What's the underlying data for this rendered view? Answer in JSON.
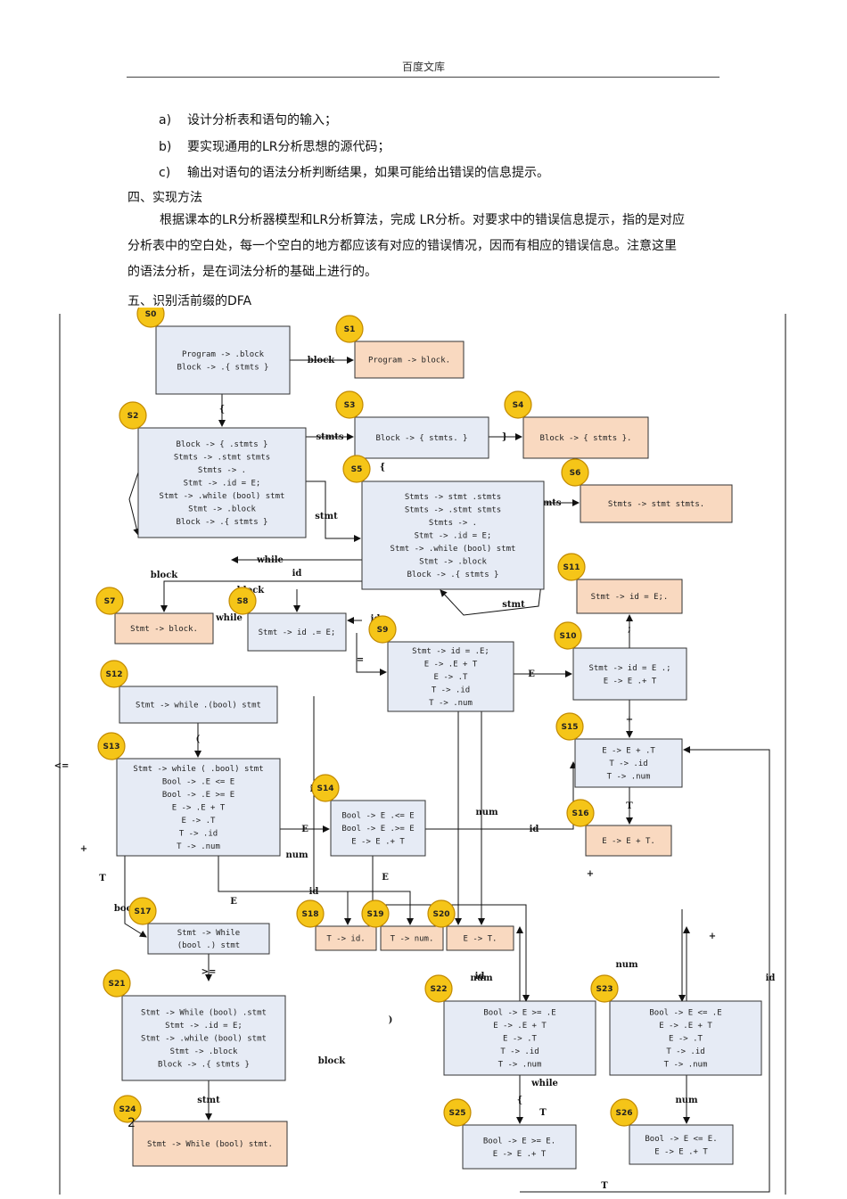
{
  "header": {
    "title": "百度文库"
  },
  "requirements": [
    {
      "marker": "a)",
      "text": "设计分析表和语句的输入；"
    },
    {
      "marker": "b)",
      "text": "要实现通用的LR分析思想的源代码；"
    },
    {
      "marker": "c)",
      "text": "输出对语句的语法分析判断结果，如果可能给出错误的信息提示。"
    }
  ],
  "section4": {
    "heading": "四、实现方法",
    "lines": [
      "根据课本的LR分析器模型和LR分析算法，完成 LR分析。对要求中的错误信息提示，指的是对应",
      "分析表中的空白处，每一个空白的地方都应该有对应的错误情况，因而有相应的错误信息。注意这里",
      "的语法分析，是在词法分析的基础上进行的。"
    ]
  },
  "section5": {
    "heading": "五、识别活前缀的DFA"
  },
  "page_number": "2",
  "colors": {
    "blue_state": "#e6ebf5",
    "orange_state": "#f9d9c0",
    "badge": "#f5c518",
    "badge_border": "#c28a00"
  },
  "dfa": {
    "states": [
      {
        "id": "S0",
        "lines": [
          "Program -> .block",
          "Block -> .{ stmts }"
        ]
      },
      {
        "id": "S1",
        "lines": [
          "Program -> block."
        ]
      },
      {
        "id": "S2",
        "lines": [
          "Block -> { .stmts }",
          "Stmts -> .stmt stmts",
          "Stmts -> .",
          "Stmt -> .id = E;",
          "Stmt -> .while (bool) stmt",
          "Stmt -> .block",
          "Block -> .{ stmts }"
        ]
      },
      {
        "id": "S3",
        "lines": [
          "Block -> { stmts. }"
        ]
      },
      {
        "id": "S4",
        "lines": [
          "Block -> { stmts }."
        ]
      },
      {
        "id": "S5",
        "lines": [
          "Stmts -> stmt .stmts",
          "Stmts -> .stmt stmts",
          "Stmts -> .",
          "Stmt -> .id = E;",
          "Stmt -> .while (bool) stmt",
          "Stmt -> .block",
          "Block -> .{ stmts }"
        ]
      },
      {
        "id": "S6",
        "lines": [
          "Stmts -> stmt stmts."
        ]
      },
      {
        "id": "S7",
        "lines": [
          "Stmt -> block."
        ]
      },
      {
        "id": "S8",
        "lines": [
          "Stmt -> id .= E;"
        ]
      },
      {
        "id": "S9",
        "lines": [
          "Stmt -> id = .E;",
          "E -> .E + T",
          "E -> .T",
          "T -> .id",
          "T -> .num"
        ]
      },
      {
        "id": "S10",
        "lines": [
          "Stmt -> id = E .;",
          "E -> E .+ T"
        ]
      },
      {
        "id": "S11",
        "lines": [
          "Stmt -> id = E;."
        ]
      },
      {
        "id": "S12",
        "lines": [
          "Stmt -> while .(bool) stmt"
        ]
      },
      {
        "id": "S13",
        "lines": [
          "Stmt -> while ( .bool) stmt",
          "Bool -> .E <= E",
          "Bool -> .E >= E",
          "E -> .E + T",
          "E -> .T",
          "T -> .id",
          "T -> .num"
        ]
      },
      {
        "id": "S14",
        "lines": [
          "Bool -> E .<= E",
          "Bool -> E .>= E",
          "E -> E .+ T"
        ]
      },
      {
        "id": "S15",
        "lines": [
          "E -> E + .T",
          "T -> .id",
          "T -> .num"
        ]
      },
      {
        "id": "S16",
        "lines": [
          "E -> E + T."
        ]
      },
      {
        "id": "S17",
        "lines": [
          "Stmt -> While",
          "(bool .) stmt"
        ]
      },
      {
        "id": "S18",
        "lines": [
          "T -> id."
        ]
      },
      {
        "id": "S19",
        "lines": [
          "T -> num."
        ]
      },
      {
        "id": "S20",
        "lines": [
          "E -> T."
        ]
      },
      {
        "id": "S21",
        "lines": [
          "Stmt -> While (bool) .stmt",
          "Stmt -> .id = E;",
          "Stmt -> .while (bool) stmt",
          "Stmt -> .block",
          "Block -> .{ stmts }"
        ]
      },
      {
        "id": "S22",
        "lines": [
          "Bool -> E >= .E",
          "E -> .E + T",
          "E -> .T",
          "T -> .id",
          "T -> .num"
        ]
      },
      {
        "id": "S23",
        "lines": [
          "Bool -> E <= .E",
          "E -> .E + T",
          "E -> .T",
          "T -> .id",
          "T -> .num"
        ]
      },
      {
        "id": "S24",
        "lines": [
          "Stmt -> While (bool) stmt."
        ]
      },
      {
        "id": "S25",
        "lines": [
          "Bool -> E >= E.",
          "E -> E .+ T"
        ]
      },
      {
        "id": "S26",
        "lines": [
          "Bool -> E <= E.",
          "E -> E .+ T"
        ]
      }
    ],
    "edge_labels": [
      "block",
      "{",
      "stmts",
      "}",
      "stmts",
      "stmt",
      "{",
      "while",
      "id",
      "block",
      "stmt",
      "block",
      "while",
      "id",
      "=",
      "E",
      ";",
      "+",
      "T",
      "(",
      "E",
      "id",
      "num",
      ">=",
      "+",
      "T",
      "<=",
      "id",
      "num",
      "bool",
      ")",
      "stmt",
      "block",
      "while",
      "{",
      "T",
      "num",
      "T",
      "id",
      "num",
      "id",
      "num",
      "E",
      "id",
      "E",
      "+",
      "+"
    ]
  }
}
